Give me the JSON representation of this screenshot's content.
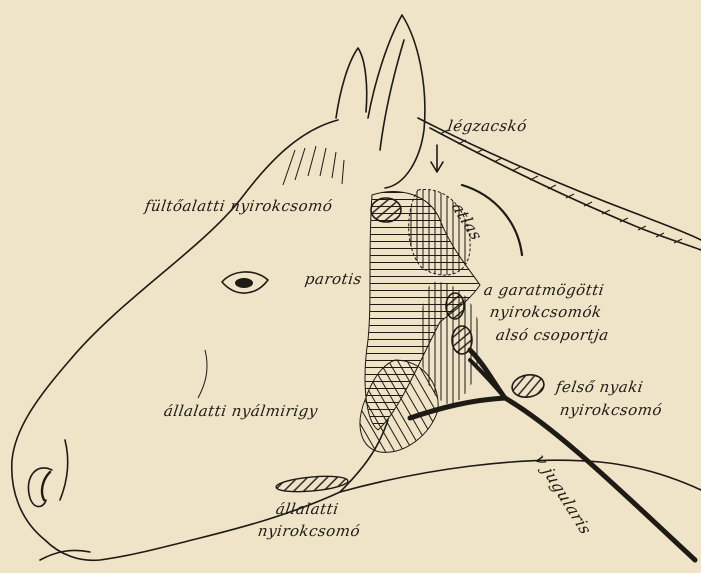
{
  "labels": {
    "legzacsko": "légzacskó",
    "atlas": "atlas",
    "fultoalatti": "fültőalatti nyirokcsomó",
    "parotis": "parotis",
    "garat_1": "a  garatmögötti",
    "garat_2": "nyirokcsomók",
    "garat_3": "alsó  csoportja",
    "felso_1": "felső nyaki",
    "felso_2": "nyirokcsomó",
    "allalatti_nyal": "állalatti nyálmirigy",
    "allalatti_nyirok_1": "állalatti",
    "allalatti_nyirok_2": "nyirokcsomó",
    "jugularis": "v  jugularis"
  },
  "colors": {
    "paper": "#efe3c8",
    "ink": "#1e1a14"
  }
}
